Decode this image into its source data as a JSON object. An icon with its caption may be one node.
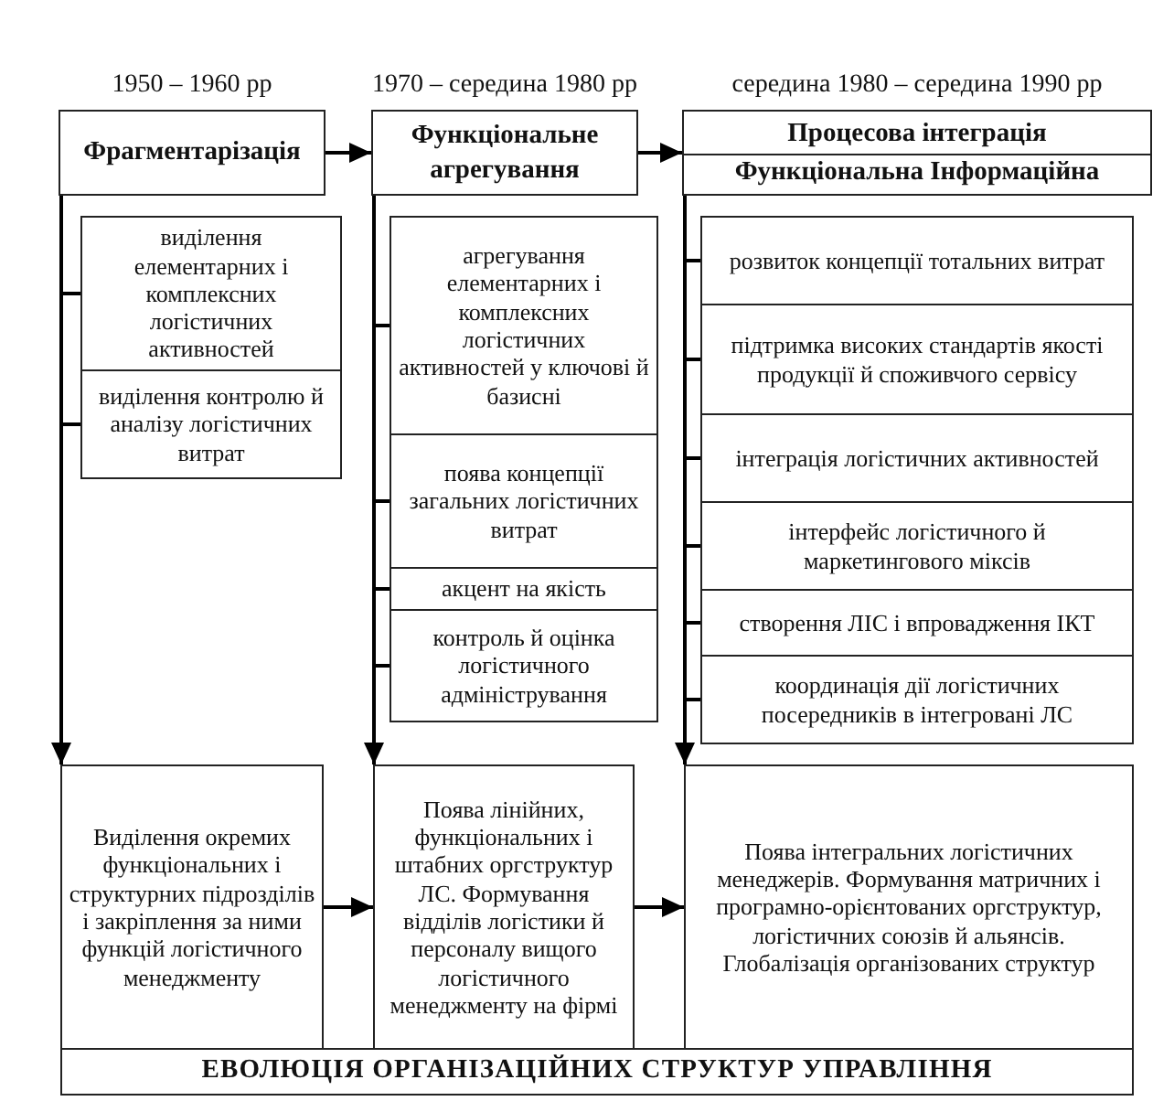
{
  "diagram": {
    "nodes": [
      {
        "text": [
          "Фрагментарізація"
        ],
        "beside": [
          "1950 – 1960 рр"
        ]
      },
      {
        "text": [
          "Функціональне агрегування"
        ],
        "beside": [
          "1970 – середина 1980 рр"
        ]
      },
      {
        "text": [
          "Процесова інтеграція",
          "Функціональна Інформаційна"
        ],
        "beside": [
          "середина 1980 – середина 1990 рр"
        ]
      },
      {
        "text": [
          "виділення елементарних і комплексних логістичних активностей"
        ]
      },
      {
        "text": [
          "виділення контролю й аналізу логістичних витрат"
        ]
      },
      {
        "text": [
          "агрегування елементарних і комплексних логістичних активностей у ключові й базисні"
        ]
      },
      {
        "text": [
          "поява концепції загальних логістичних витрат"
        ]
      },
      {
        "text": [
          "акцент на якість"
        ]
      },
      {
        "text": [
          "контроль й оцінка логістичного адміністрування"
        ]
      },
      {
        "text": [
          "розвиток концепції тотальних витрат"
        ]
      },
      {
        "text": [
          "підтримка високих стандартів якості продукції й споживчого сервісу"
        ]
      },
      {
        "text": [
          "інтеграція логістичних активностей"
        ]
      },
      {
        "text": [
          "інтерфейс логістичного й маркетингового міксів"
        ]
      },
      {
        "text": [
          "створення ЛІС і впровадження ІКТ"
        ]
      },
      {
        "text": [
          "координація дії логістичних посередників в інтегровані ЛС"
        ]
      },
      {
        "text": [
          "Виділення окремих функціональних і структурних підрозділів і закріплення за ними функцій логістичного менеджменту"
        ]
      },
      {
        "text": [
          "Поява лінійних, функціональних і штабних оргструктур ЛС. Формування відділів логістики й персоналу вищого логістичного менеджменту на фірмі"
        ]
      },
      {
        "text": [
          "Поява інтегральних логістичних менеджерів. Формування матричних і програмно-орієнтованих оргструктур, логістичних союзів й альянсів. Глобалізація організованих структур"
        ]
      },
      {
        "text": [
          "ЕВОЛЮЦІЯ ОРГАНІЗАЦІЙНИХ СТРУКТУР УПРАВЛІННЯ"
        ]
      }
    ],
    "edges": [
      {
        "from": 0,
        "to": 1,
        "arrow": "to"
      },
      {
        "from": 1,
        "to": 2,
        "arrow": "to"
      },
      {
        "from": 0,
        "to": 3,
        "arrow": "none"
      },
      {
        "from": 0,
        "to": 4,
        "arrow": "none"
      },
      {
        "from": 0,
        "to": 15,
        "arrow": "to"
      },
      {
        "from": 1,
        "to": 5,
        "arrow": "none"
      },
      {
        "from": 1,
        "to": 6,
        "arrow": "none"
      },
      {
        "from": 1,
        "to": 7,
        "arrow": "none"
      },
      {
        "from": 1,
        "to": 8,
        "arrow": "none"
      },
      {
        "from": 1,
        "to": 16,
        "arrow": "to"
      },
      {
        "from": 2,
        "to": 9,
        "arrow": "none"
      },
      {
        "from": 2,
        "to": 10,
        "arrow": "none"
      },
      {
        "from": 2,
        "to": 11,
        "arrow": "none"
      },
      {
        "from": 2,
        "to": 12,
        "arrow": "none"
      },
      {
        "from": 2,
        "to": 13,
        "arrow": "none"
      },
      {
        "from": 2,
        "to": 14,
        "arrow": "none"
      },
      {
        "from": 2,
        "to": 17,
        "arrow": "to"
      },
      {
        "from": 15,
        "to": 16,
        "arrow": "to"
      },
      {
        "from": 16,
        "to": 17,
        "arrow": "to"
      }
    ]
  }
}
